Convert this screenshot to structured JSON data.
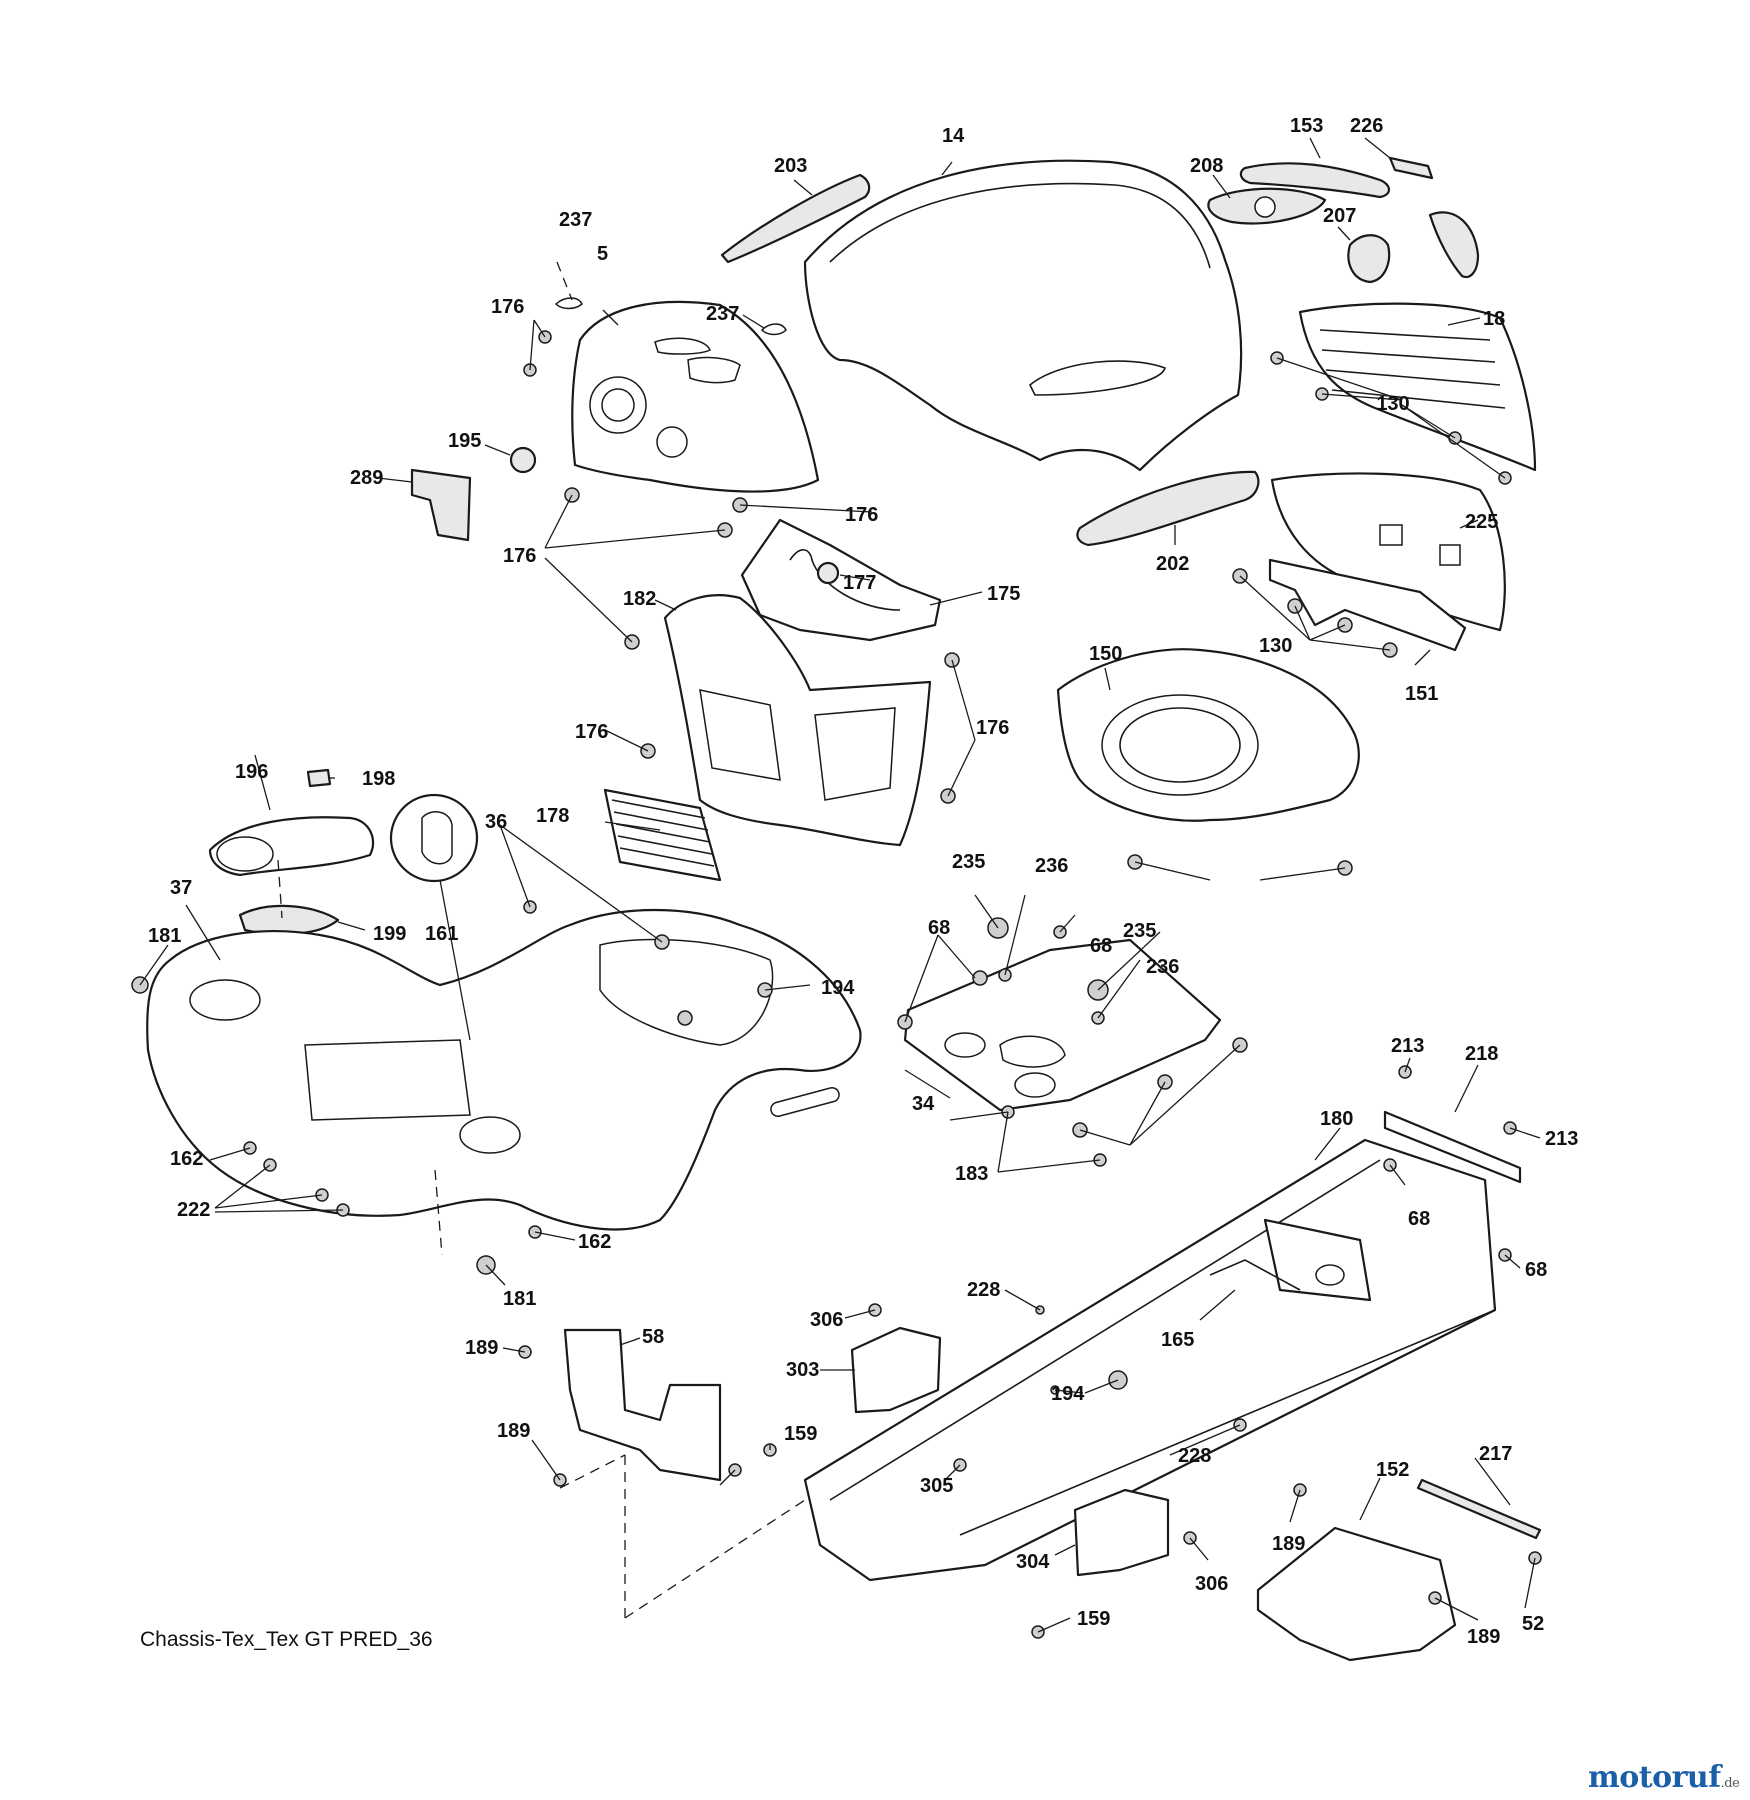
{
  "diagram": {
    "caption": "Chassis-Tex_Tex GT PRED_36",
    "watermark": {
      "brand": "motoruf",
      "tld": ".de",
      "brand_color": "#1a5fa8",
      "tld_color": "#555555"
    },
    "callouts": [
      "14",
      "203",
      "153",
      "226",
      "208",
      "207",
      "237",
      "5",
      "176",
      "237",
      "18",
      "130",
      "195",
      "289",
      "176",
      "176",
      "202",
      "225",
      "177",
      "175",
      "182",
      "130",
      "151",
      "150",
      "176",
      "176",
      "196",
      "198",
      "178",
      "36",
      "161",
      "37",
      "181",
      "199",
      "235",
      "236",
      "68",
      "235",
      "194",
      "236",
      "34",
      "68",
      "213",
      "218",
      "213",
      "183",
      "180",
      "68",
      "162",
      "68",
      "222",
      "162",
      "181",
      "228",
      "306",
      "165",
      "58",
      "189",
      "303",
      "194",
      "189",
      "159",
      "228",
      "305",
      "217",
      "152",
      "189",
      "304",
      "306",
      "189",
      "52",
      "159"
    ]
  }
}
